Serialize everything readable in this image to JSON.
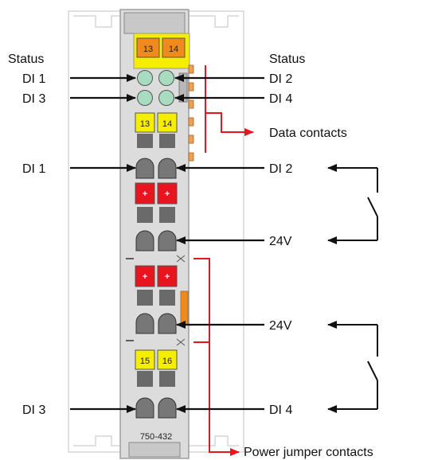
{
  "module": {
    "model": "750-432",
    "terminals": {
      "top": [
        "13",
        "14"
      ],
      "row1": [
        "13",
        "14"
      ],
      "lower": [
        "15",
        "16"
      ]
    },
    "plus_symbol": "+"
  },
  "labels": {
    "status_left": "Status",
    "status_right": "Status",
    "led_di1": "DI 1",
    "led_di2": "DI 2",
    "led_di3": "DI 3",
    "led_di4": "DI 4",
    "data_contacts": "Data contacts",
    "input_di1": "DI 1",
    "input_di2": "DI 2",
    "supply_24v_a": "24V",
    "supply_24v_b": "24V",
    "input_di3": "DI 3",
    "input_di4": "DI 4",
    "power_jumper_contacts": "Power jumper contacts"
  },
  "colors": {
    "housing": "#dcdcdc",
    "terminal_yellow": "#f5ee00",
    "terminal_orange": "#f08a1c",
    "terminal_red": "#e8141e",
    "led_green": "#a8dcc0",
    "contact_orange": "#f0a050",
    "accent_red": "#e8141e",
    "arrow_black": "#111111"
  }
}
